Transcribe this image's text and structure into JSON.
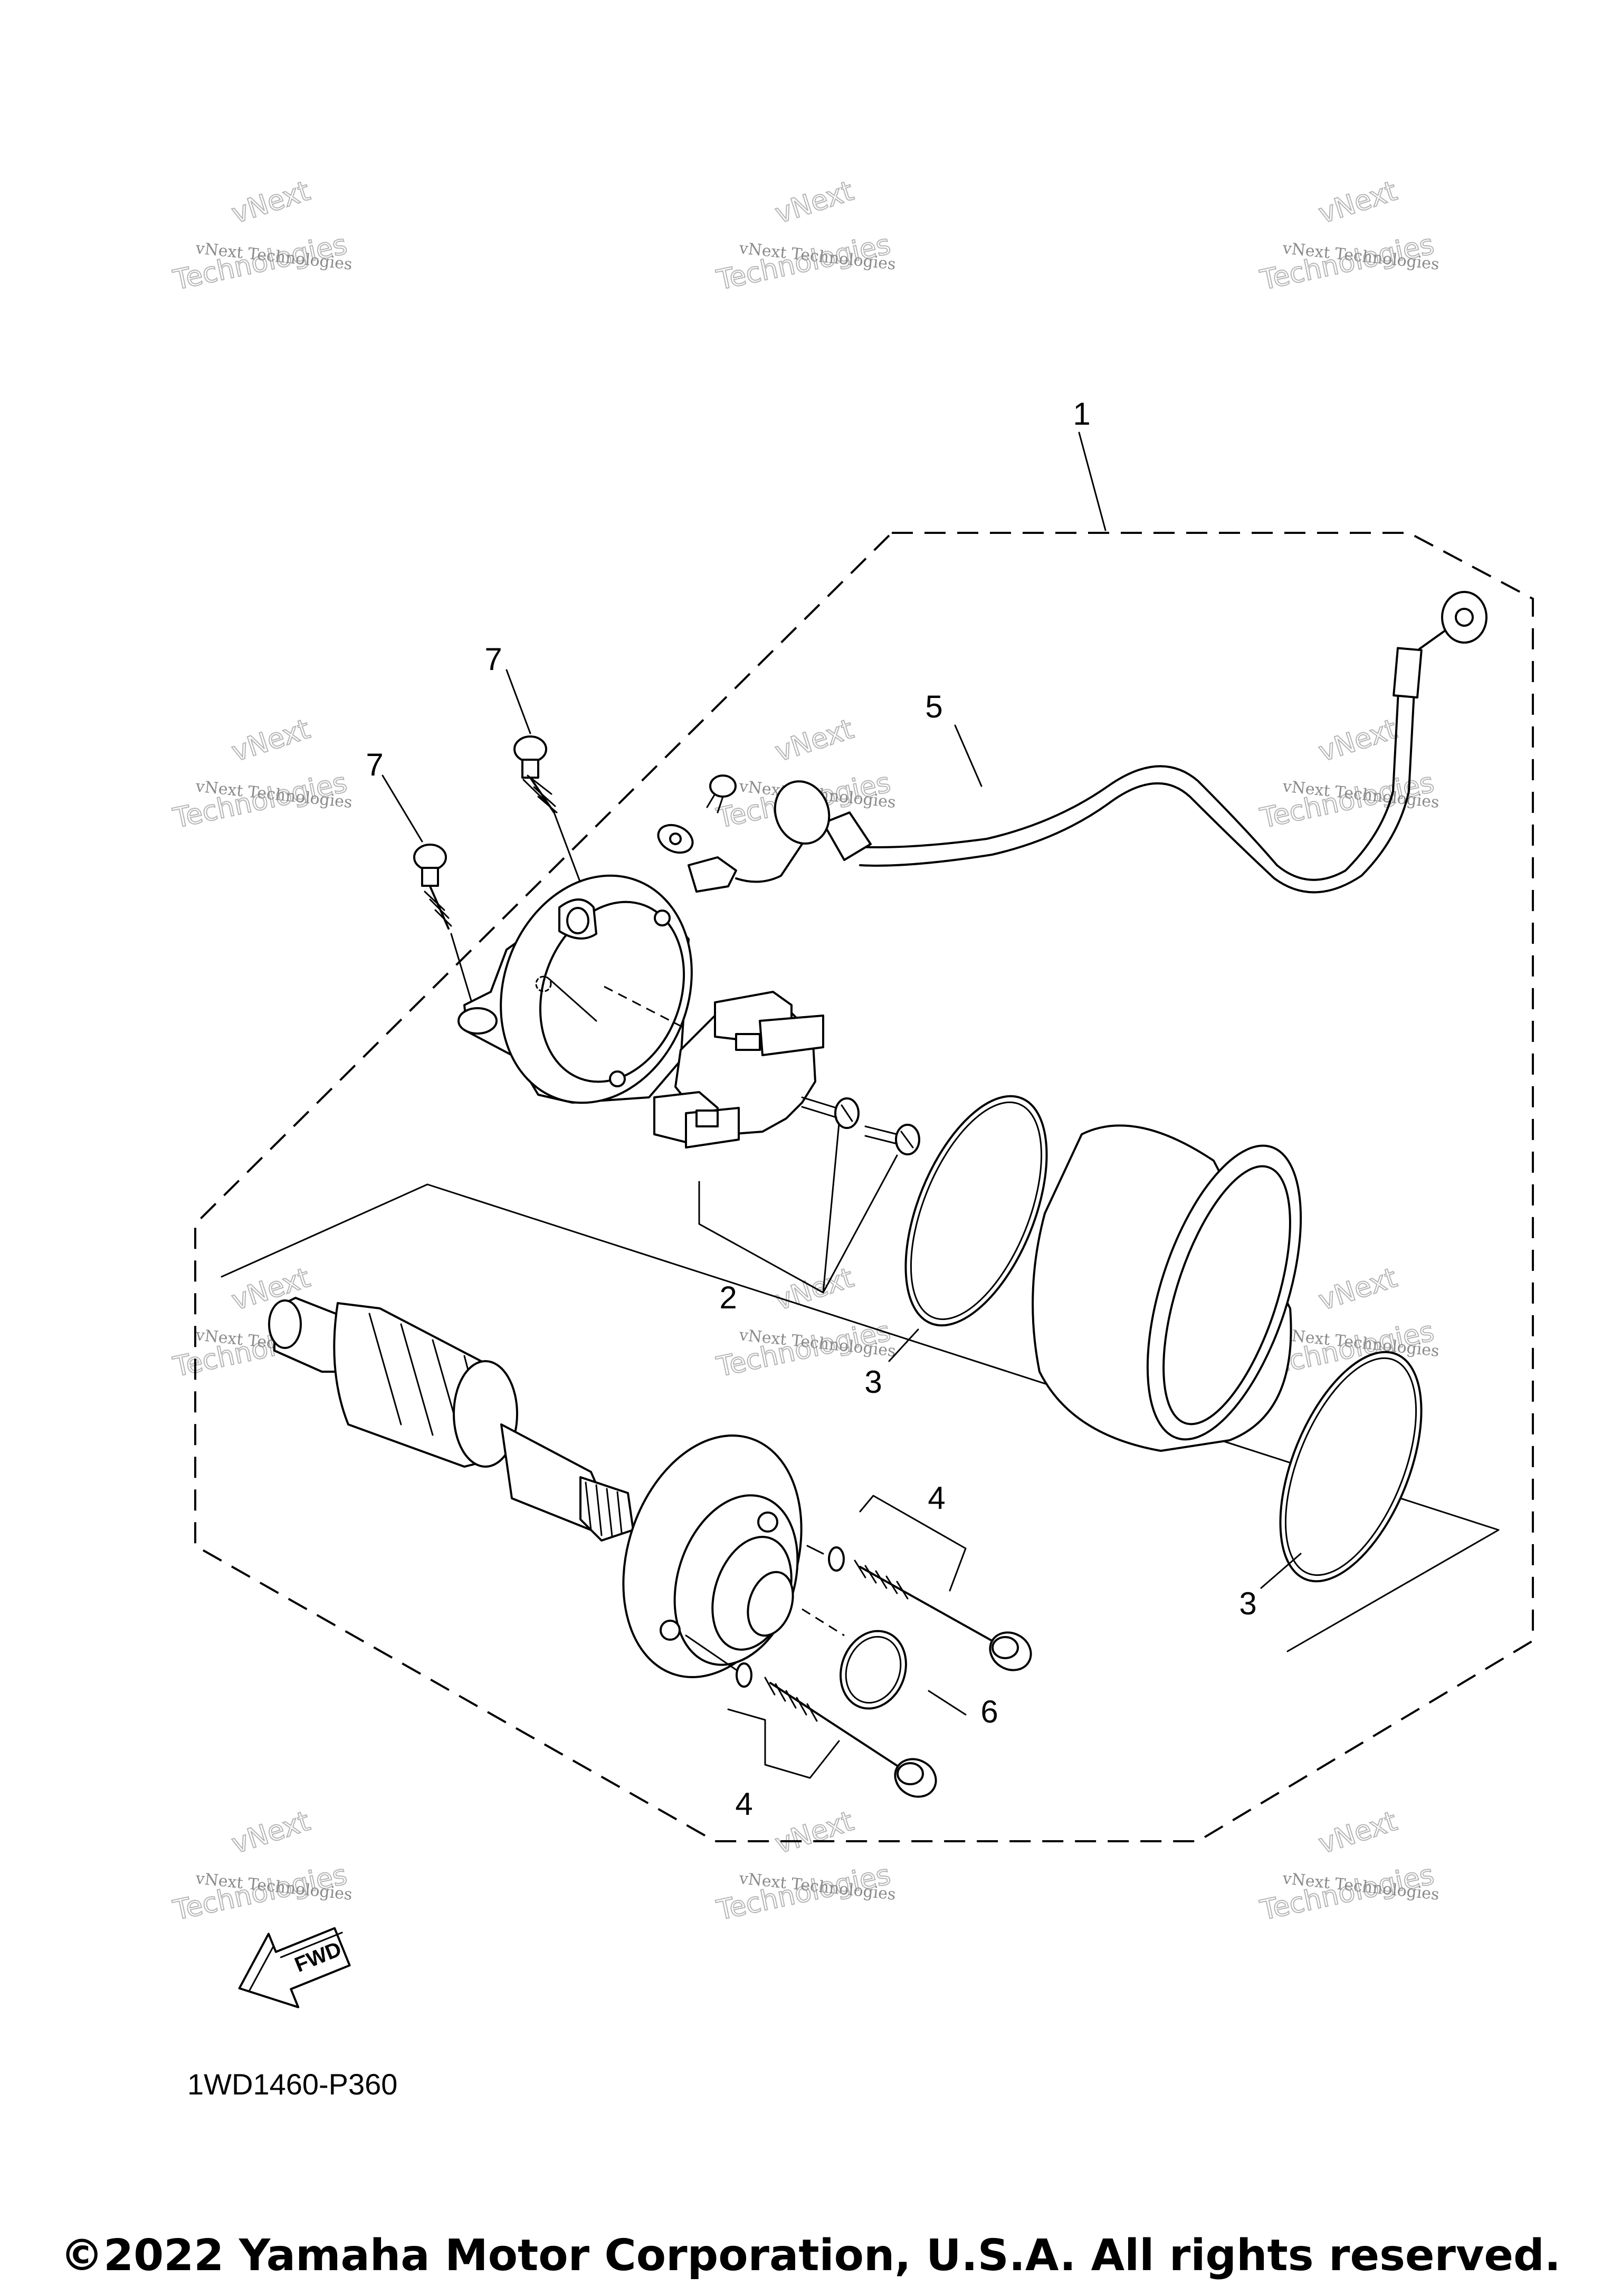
{
  "diagram": {
    "callouts": {
      "c1": "1",
      "c2": "2",
      "c3a": "3",
      "c3b": "3",
      "c4a": "4",
      "c4b": "4",
      "c5": "5",
      "c6": "6",
      "c7a": "7",
      "c7b": "7"
    },
    "watermark": {
      "line1": "vNext Technologies",
      "line2": "vNext",
      "line3": "Technologies"
    },
    "fwd_label": "FWD",
    "drawing_code": "1WD1460-P360"
  },
  "footer": {
    "copyright": "©2022 Yamaha Motor Corporation, U.S.A. All rights reserved."
  }
}
